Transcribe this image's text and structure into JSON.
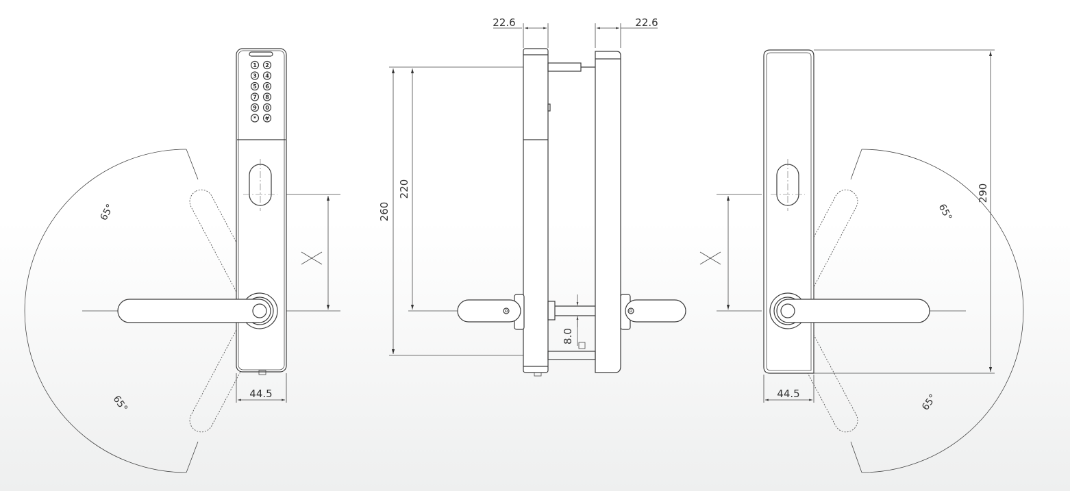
{
  "dimensions": {
    "top_left_offset": "22.6",
    "top_right_offset": "22.6",
    "overall_height_side": "260",
    "handle_height_side": "220",
    "overall_height_right": "290",
    "spindle": "8.0",
    "width_front_left": "44.5",
    "width_front_right": "44.5",
    "variable_x_left": "X",
    "variable_x_right": "X"
  },
  "angles": {
    "left_upper": "65°",
    "left_lower": "65°",
    "right_upper": "65°",
    "right_lower": "65°"
  },
  "keypad": {
    "keys": [
      "1",
      "2",
      "3",
      "4",
      "5",
      "6",
      "7",
      "8",
      "9",
      "0",
      "*",
      "#"
    ]
  }
}
